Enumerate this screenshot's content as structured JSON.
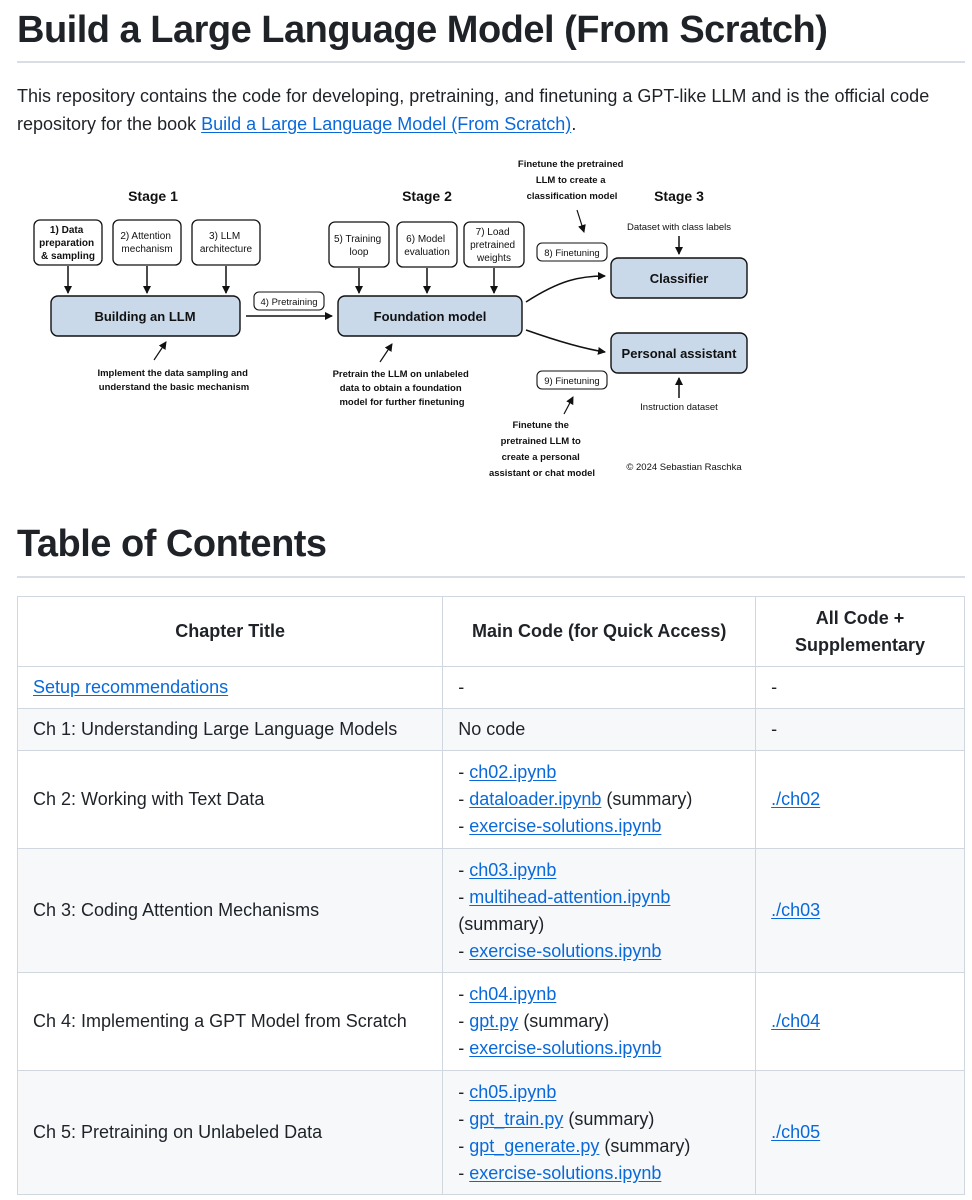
{
  "title": "Build a Large Language Model (From Scratch)",
  "intro": {
    "text": "This repository contains the code for developing, pretraining, and finetuning a GPT-like LLM and is the official code repository for the book ",
    "link": "Build a Large Language Model (From Scratch)",
    "suffix": "."
  },
  "diagram": {
    "stage1": "Stage 1",
    "stage2": "Stage 2",
    "stage3": "Stage 3",
    "step1": [
      "1) Data",
      "preparation",
      "& sampling"
    ],
    "step2": [
      "2) Attention",
      "mechanism"
    ],
    "step3": [
      "3) LLM",
      "architecture"
    ],
    "step4": "4) Pretraining",
    "step5": [
      "5) Training",
      "loop"
    ],
    "step6": [
      "6) Model",
      "evaluation"
    ],
    "step7": [
      "7) Load",
      "pretrained",
      "weights"
    ],
    "step8": "8) Finetuning",
    "step9": "9) Finetuning",
    "building": "Building an LLM",
    "foundation": "Foundation model",
    "classifier": "Classifier",
    "assistant": "Personal assistant",
    "dataset_labels": "Dataset with class labels",
    "instruction_dataset": "Instruction dataset",
    "note_stage1": [
      "Implement the data sampling and",
      "understand the basic mechanism"
    ],
    "note_stage2": [
      "Pretrain the LLM on unlabeled",
      "data to obtain a foundation",
      "model for further finetuning"
    ],
    "note_classifier": [
      "Finetune the pretrained",
      "LLM to create a",
      "classification model"
    ],
    "note_assistant": [
      "Finetune the",
      "pretrained LLM to",
      "create a personal",
      "assistant or chat model"
    ],
    "copyright": "© 2024 Sebastian Raschka"
  },
  "toc": {
    "title": "Table of Contents",
    "headers": [
      "Chapter Title",
      "Main Code (for Quick Access)",
      "All Code + Supplementary"
    ],
    "rows": [
      {
        "chapter": "Setup recommendations",
        "chapter_link": true,
        "main": [
          {
            "prefix": "",
            "link": "",
            "suffix": "-"
          }
        ],
        "all": "-",
        "all_link": false
      },
      {
        "chapter": "Ch 1: Understanding Large Language Models",
        "chapter_link": false,
        "main": [
          {
            "prefix": "",
            "link": "",
            "suffix": "No code"
          }
        ],
        "all": "-",
        "all_link": false
      },
      {
        "chapter": "Ch 2: Working with Text Data",
        "chapter_link": false,
        "main": [
          {
            "prefix": "- ",
            "link": "ch02.ipynb",
            "suffix": ""
          },
          {
            "prefix": "- ",
            "link": "dataloader.ipynb",
            "suffix": " (summary)"
          },
          {
            "prefix": "- ",
            "link": "exercise-solutions.ipynb",
            "suffix": ""
          }
        ],
        "all": "./ch02",
        "all_link": true
      },
      {
        "chapter": "Ch 3: Coding Attention Mechanisms",
        "chapter_link": false,
        "main": [
          {
            "prefix": "- ",
            "link": "ch03.ipynb",
            "suffix": ""
          },
          {
            "prefix": "- ",
            "link": "multihead-attention.ipynb",
            "suffix": ""
          },
          {
            "prefix": "",
            "link": "",
            "suffix": "(summary)"
          },
          {
            "prefix": "- ",
            "link": "exercise-solutions.ipynb",
            "suffix": ""
          }
        ],
        "all": "./ch03",
        "all_link": true
      },
      {
        "chapter": "Ch 4: Implementing a GPT Model from Scratch",
        "chapter_link": false,
        "main": [
          {
            "prefix": "- ",
            "link": "ch04.ipynb",
            "suffix": ""
          },
          {
            "prefix": "- ",
            "link": "gpt.py",
            "suffix": " (summary)"
          },
          {
            "prefix": "- ",
            "link": "exercise-solutions.ipynb",
            "suffix": ""
          }
        ],
        "all": "./ch04",
        "all_link": true
      },
      {
        "chapter": "Ch 5: Pretraining on Unlabeled Data",
        "chapter_link": false,
        "main": [
          {
            "prefix": "- ",
            "link": "ch05.ipynb",
            "suffix": ""
          },
          {
            "prefix": "- ",
            "link": "gpt_train.py",
            "suffix": " (summary)"
          },
          {
            "prefix": "- ",
            "link": "gpt_generate.py",
            "suffix": " (summary)"
          },
          {
            "prefix": "- ",
            "link": "exercise-solutions.ipynb",
            "suffix": ""
          }
        ],
        "all": "./ch05",
        "all_link": true
      }
    ]
  },
  "colors": {
    "link": "#0969da",
    "box_fill": "#c9d9ea",
    "text": "#1f2328",
    "border": "#d0d7de",
    "stripe": "#f6f8fa"
  }
}
